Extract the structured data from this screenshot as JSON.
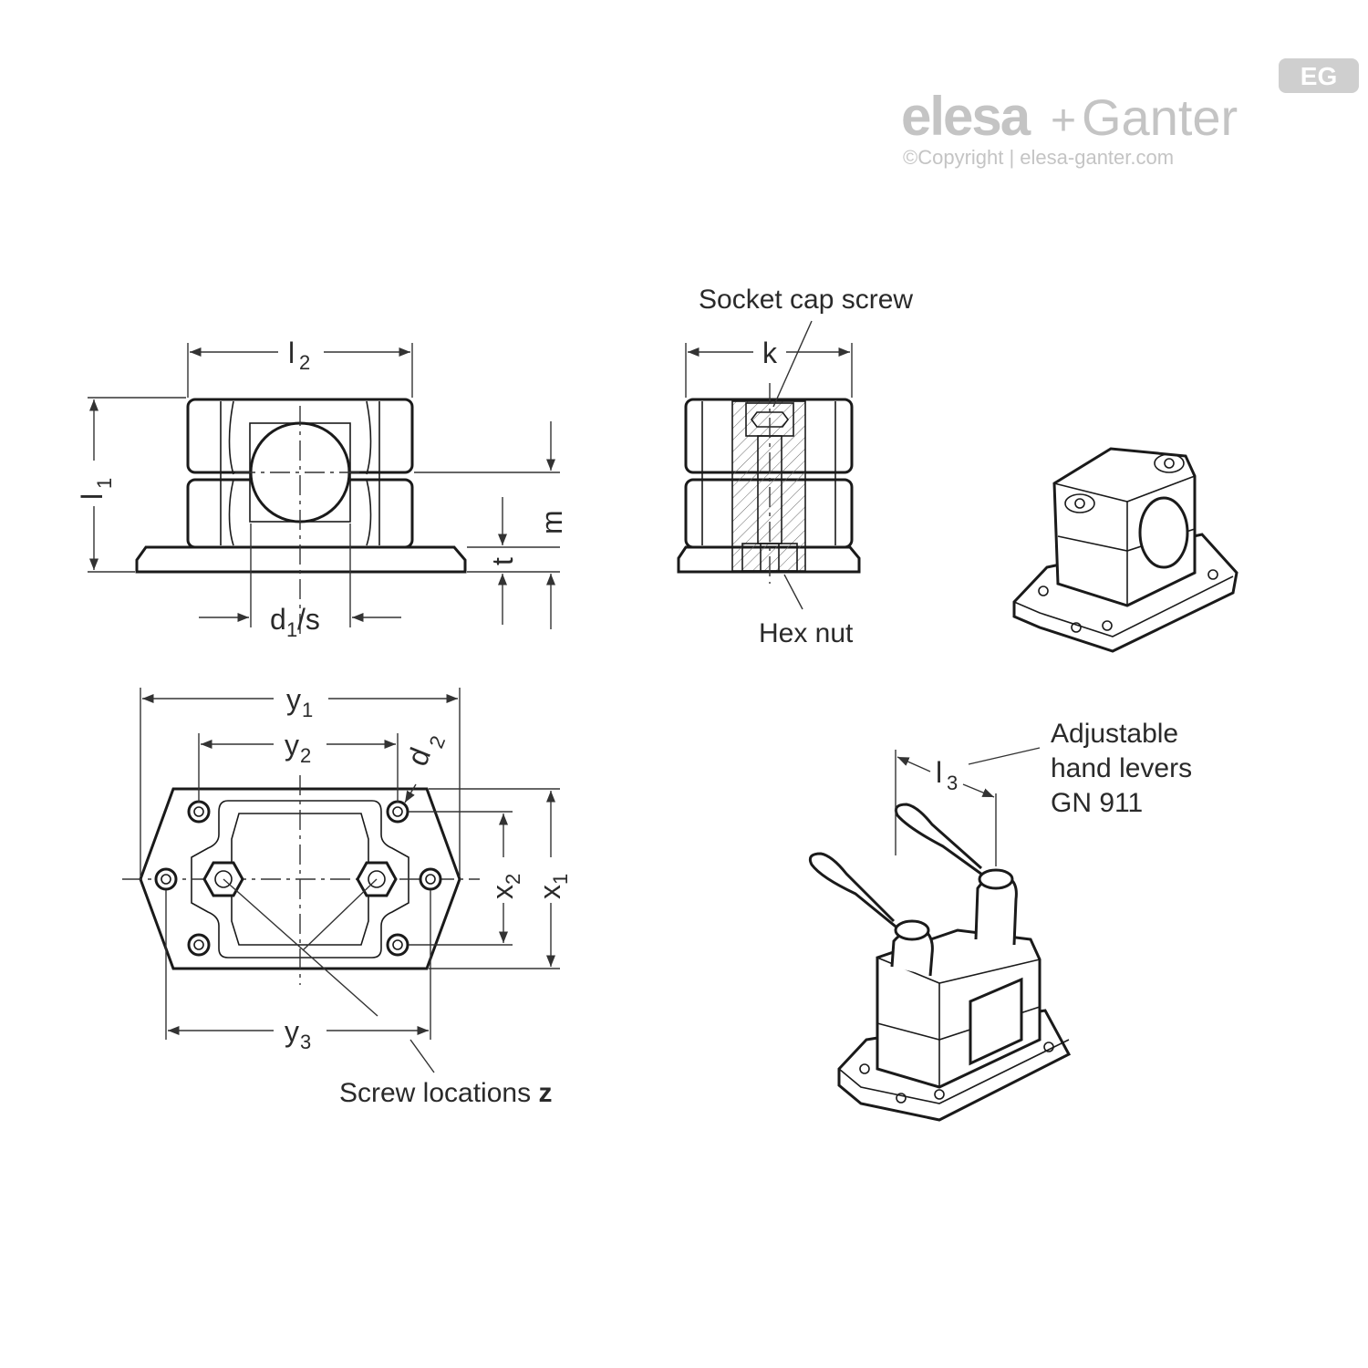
{
  "brand": {
    "badge": "EG",
    "name_part1": "elesa",
    "name_plus": "+",
    "name_part2": "Ganter",
    "copyright": "©Copyright | elesa-ganter.com"
  },
  "labels": {
    "l2": "l",
    "l2_sub": "2",
    "l1": "l",
    "l1_sub": "1",
    "m": "m",
    "t": "t",
    "d1s": "d",
    "d1s_sub": "1",
    "d1s_tail": "/s",
    "k": "k",
    "y1": "y",
    "y1_sub": "1",
    "y2": "y",
    "y2_sub": "2",
    "y3": "y",
    "y3_sub": "3",
    "d2": "d",
    "d2_sub": "2",
    "x1": "x",
    "x1_sub": "1",
    "x2": "x",
    "x2_sub": "2",
    "l3": "l",
    "l3_sub": "3"
  },
  "callouts": {
    "socket_cap_screw": "Socket cap screw",
    "hex_nut": "Hex nut",
    "screw_locations": "Screw locations ",
    "screw_locations_z": "z",
    "adjustable_line1": "Adjustable",
    "adjustable_line2": "hand levers",
    "adjustable_line3": "GN 911"
  }
}
